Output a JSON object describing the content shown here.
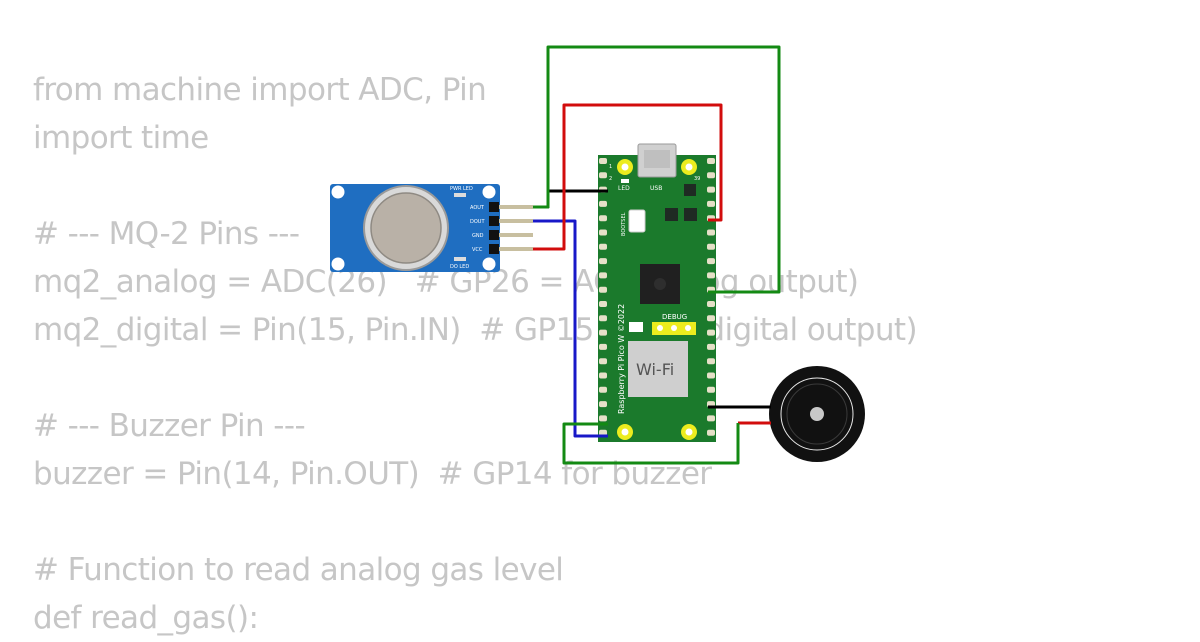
{
  "code_lines": [
    "from machine import ADC, Pin",
    "import time",
    "",
    "# --- MQ-2 Pins ---",
    "mq2_analog = ADC(26)   # GP26 = AO (analog output)",
    "mq2_digital = Pin(15, Pin.IN)  # GP15 = DO (digital output)",
    "",
    "# --- Buzzer Pin ---",
    "buzzer = Pin(14, Pin.OUT)  # GP14 for buzzer",
    "",
    "# Function to read analog gas level",
    "def read_gas():"
  ],
  "sensor": {
    "pins": [
      "AOUT",
      "DOUT",
      "GND",
      "VCC"
    ],
    "pwr_led_label": "PWR LED",
    "do_led_label": "DO LED"
  },
  "board": {
    "name": "Raspberry Pi Pico W ©2022",
    "wifi_label": "Wi-Fi",
    "debug_label": "DEBUG",
    "bootsel_label": "BOOTSEL",
    "led_label": "LED",
    "usb_label": "USB",
    "pin1_label": "1",
    "pin2_label": "2",
    "pin39_label": "39"
  },
  "colors": {
    "code_text": "#c6c6c6",
    "board_green": "#1b7a2c",
    "sensor_blue": "#1f6ec1",
    "wire_green": "#138a13",
    "wire_red": "#d20c0c",
    "wire_blue": "#1818c8",
    "wire_black": "#000000"
  }
}
